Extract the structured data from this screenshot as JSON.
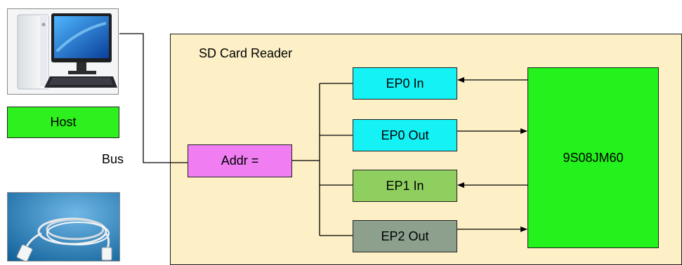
{
  "panel": {
    "title": "SD Card Reader"
  },
  "host": {
    "label": "Host"
  },
  "bus": {
    "label": "Bus"
  },
  "addr": {
    "label": "Addr ="
  },
  "endpoints": [
    {
      "label": "EP0 In",
      "direction": "in"
    },
    {
      "label": "EP0 Out",
      "direction": "out"
    },
    {
      "label": "EP1 In",
      "direction": "in"
    },
    {
      "label": "EP2 Out",
      "direction": "out"
    }
  ],
  "mcu": {
    "label": "9S08JM60"
  },
  "images": [
    "desktop-computer-photo",
    "usb-cable-photo"
  ],
  "colors": {
    "panel": "#fdf0c6",
    "host": "#2ef01e",
    "addr": "#f07ef2",
    "ep0": "#14f2f6",
    "ep1": "#8fcf5f",
    "ep2": "#8ca08d",
    "mcu": "#23f21c"
  }
}
